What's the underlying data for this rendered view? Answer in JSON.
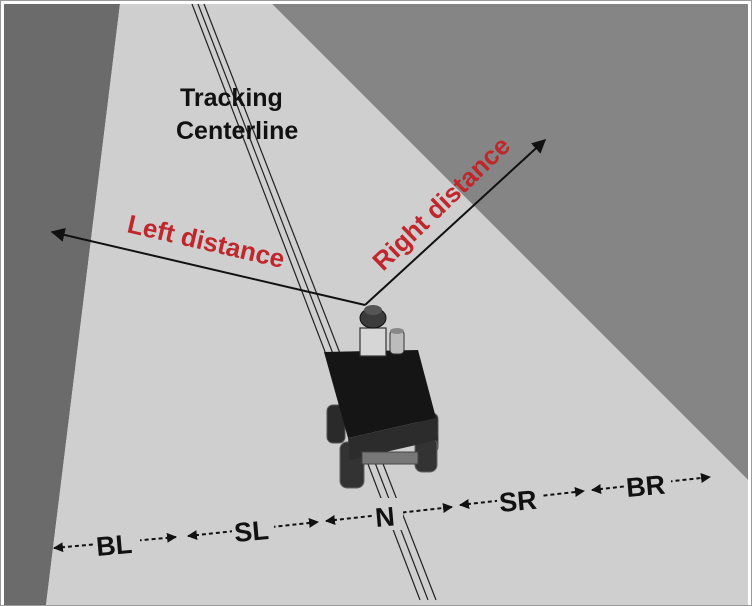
{
  "labels": {
    "tracking_line1": "Tracking",
    "tracking_line2": "Centerline",
    "left_distance": "Left distance",
    "right_distance": "Right distance"
  },
  "zones": {
    "bl": "BL",
    "sl": "SL",
    "n": "N",
    "sr": "SR",
    "br": "BR"
  },
  "colors": {
    "left_wall": "#6b6b6b",
    "right_wall": "#858585",
    "floor": "#cfcfcf",
    "distance_text": "#c0272d",
    "robot_body": "#151515"
  }
}
